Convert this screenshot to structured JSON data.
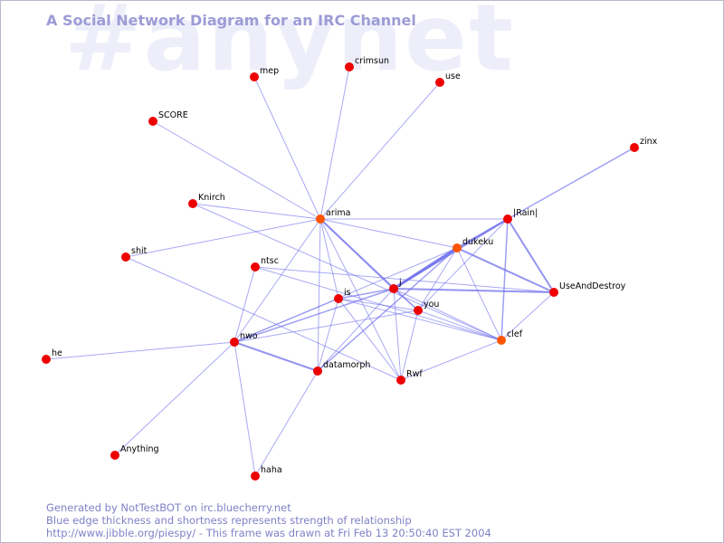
{
  "title": "A Social Network Diagram for an IRC Channel",
  "watermark": "#anynet",
  "colors": {
    "edge": "#7070ee",
    "node_red": "#ee0000",
    "node_orange": "#ff5500",
    "title": "#9c9cd6",
    "footer": "#8080c8",
    "watermark": "#eeeefb"
  },
  "nodes": [
    {
      "id": "mep",
      "label": "mep",
      "color": "red"
    },
    {
      "id": "crimsun",
      "label": "crimsun",
      "color": "red"
    },
    {
      "id": "use",
      "label": "use",
      "color": "red"
    },
    {
      "id": "SCORE",
      "label": "SCORE",
      "color": "red"
    },
    {
      "id": "zinx",
      "label": "zinx",
      "color": "red"
    },
    {
      "id": "Knirch",
      "label": "Knirch",
      "color": "red"
    },
    {
      "id": "arima",
      "label": "arima",
      "color": "orange"
    },
    {
      "id": "Rain",
      "label": "|Rain|",
      "color": "red"
    },
    {
      "id": "dukeku",
      "label": "dukeku",
      "color": "orange"
    },
    {
      "id": "shit",
      "label": "shit",
      "color": "red"
    },
    {
      "id": "ntsc",
      "label": "ntsc",
      "color": "red"
    },
    {
      "id": "UseAndDestroy",
      "label": "UseAndDestroy",
      "color": "red"
    },
    {
      "id": "j",
      "label": "j",
      "color": "red"
    },
    {
      "id": "is",
      "label": "is",
      "color": "red"
    },
    {
      "id": "you",
      "label": "you",
      "color": "red"
    },
    {
      "id": "nwo",
      "label": "nwo",
      "color": "red"
    },
    {
      "id": "clef",
      "label": "clef",
      "color": "orange"
    },
    {
      "id": "he",
      "label": "he",
      "color": "red"
    },
    {
      "id": "datamorph",
      "label": "datamorph",
      "color": "red"
    },
    {
      "id": "Rwf",
      "label": "Rwf",
      "color": "red"
    },
    {
      "id": "Anything",
      "label": "Anything",
      "color": "red"
    },
    {
      "id": "haha",
      "label": "haha",
      "color": "red"
    }
  ],
  "edges": [
    {
      "source": "mep",
      "target": "arima",
      "weight": 1
    },
    {
      "source": "crimsun",
      "target": "arima",
      "weight": 1
    },
    {
      "source": "use",
      "target": "arima",
      "weight": 1
    },
    {
      "source": "SCORE",
      "target": "arima",
      "weight": 1
    },
    {
      "source": "zinx",
      "target": "Rain",
      "weight": 1.5
    },
    {
      "source": "Knirch",
      "target": "arima",
      "weight": 1
    },
    {
      "source": "Knirch",
      "target": "clef",
      "weight": 1
    },
    {
      "source": "shit",
      "target": "arima",
      "weight": 1
    },
    {
      "source": "shit",
      "target": "Rwf",
      "weight": 1
    },
    {
      "source": "arima",
      "target": "Rain",
      "weight": 1
    },
    {
      "source": "arima",
      "target": "dukeku",
      "weight": 1
    },
    {
      "source": "arima",
      "target": "j",
      "weight": 2
    },
    {
      "source": "arima",
      "target": "nwo",
      "weight": 1
    },
    {
      "source": "arima",
      "target": "datamorph",
      "weight": 1
    },
    {
      "source": "arima",
      "target": "is",
      "weight": 1
    },
    {
      "source": "arima",
      "target": "Rwf",
      "weight": 1
    },
    {
      "source": "arima",
      "target": "you",
      "weight": 1
    },
    {
      "source": "Rain",
      "target": "dukeku",
      "weight": 2
    },
    {
      "source": "Rain",
      "target": "j",
      "weight": 2
    },
    {
      "source": "Rain",
      "target": "UseAndDestroy",
      "weight": 2
    },
    {
      "source": "Rain",
      "target": "clef",
      "weight": 1.5
    },
    {
      "source": "Rain",
      "target": "you",
      "weight": 1
    },
    {
      "source": "dukeku",
      "target": "j",
      "weight": 3
    },
    {
      "source": "dukeku",
      "target": "UseAndDestroy",
      "weight": 2
    },
    {
      "source": "dukeku",
      "target": "clef",
      "weight": 1
    },
    {
      "source": "dukeku",
      "target": "datamorph",
      "weight": 1.5
    },
    {
      "source": "dukeku",
      "target": "nwo",
      "weight": 1
    },
    {
      "source": "dukeku",
      "target": "you",
      "weight": 1
    },
    {
      "source": "j",
      "target": "UseAndDestroy",
      "weight": 2
    },
    {
      "source": "j",
      "target": "is",
      "weight": 1.5
    },
    {
      "source": "j",
      "target": "you",
      "weight": 1.5
    },
    {
      "source": "j",
      "target": "nwo",
      "weight": 1.5
    },
    {
      "source": "j",
      "target": "clef",
      "weight": 1
    },
    {
      "source": "j",
      "target": "Rwf",
      "weight": 1
    },
    {
      "source": "j",
      "target": "datamorph",
      "weight": 1
    },
    {
      "source": "is",
      "target": "nwo",
      "weight": 1
    },
    {
      "source": "is",
      "target": "datamorph",
      "weight": 1
    },
    {
      "source": "is",
      "target": "Rwf",
      "weight": 1
    },
    {
      "source": "is",
      "target": "clef",
      "weight": 1
    },
    {
      "source": "is",
      "target": "you",
      "weight": 1
    },
    {
      "source": "ntsc",
      "target": "nwo",
      "weight": 1
    },
    {
      "source": "ntsc",
      "target": "clef",
      "weight": 1
    },
    {
      "source": "ntsc",
      "target": "UseAndDestroy",
      "weight": 1
    },
    {
      "source": "you",
      "target": "nwo",
      "weight": 1
    },
    {
      "source": "you",
      "target": "clef",
      "weight": 1
    },
    {
      "source": "you",
      "target": "Rwf",
      "weight": 1
    },
    {
      "source": "UseAndDestroy",
      "target": "clef",
      "weight": 1
    },
    {
      "source": "clef",
      "target": "Rwf",
      "weight": 1
    },
    {
      "source": "nwo",
      "target": "datamorph",
      "weight": 2
    },
    {
      "source": "nwo",
      "target": "he",
      "weight": 1
    },
    {
      "source": "nwo",
      "target": "Anything",
      "weight": 1
    },
    {
      "source": "nwo",
      "target": "haha",
      "weight": 1
    },
    {
      "source": "datamorph",
      "target": "haha",
      "weight": 1
    }
  ],
  "footer": {
    "line1": "Generated by NotTestBOT on irc.bluecherry.net",
    "line2": "Blue edge thickness and shortness represents strength of relationship",
    "line3": "http://www.jibble.org/piespy/ - This frame was drawn at Fri Feb 13 20:50:40 EST 2004"
  }
}
